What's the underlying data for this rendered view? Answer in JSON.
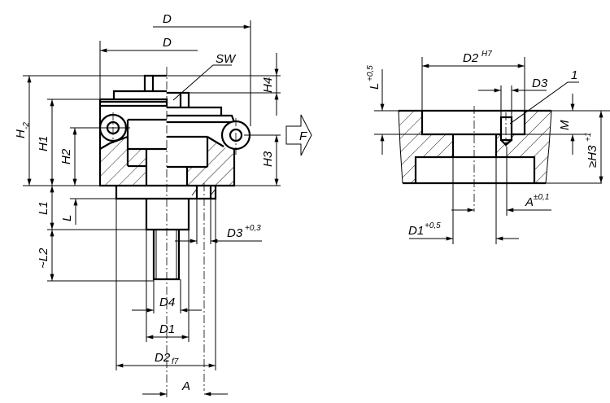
{
  "drawing": {
    "left_view": {
      "dimensions": {
        "D_top": "D",
        "D_mid": "D",
        "SW": "SW",
        "H_minus2": "H",
        "H_minus2_tol": "-2",
        "H1": "H1",
        "H2": "H2",
        "H3": "H3",
        "H4": "H4",
        "F": "F",
        "L1": "L1",
        "L": "L",
        "L2": "~L2",
        "D3": "D3",
        "D3_tol": "+0,3",
        "D4": "D4",
        "D1": "D1",
        "D2": "D2",
        "D2_tol": "f7",
        "A": "A"
      }
    },
    "right_view": {
      "dimensions": {
        "D2": "D2",
        "D2_tol": "H7",
        "D3": "D3",
        "item_number": "1",
        "L": "L",
        "L_tol": "+0,5",
        "M": "M",
        "H3": "≥H3",
        "H3_tol": "+1",
        "A": "A",
        "A_tol": "±0,1",
        "D1": "D1",
        "D1_tol": "+0,5"
      }
    },
    "colors": {
      "ink": "#000000",
      "paper": "#ffffff"
    }
  }
}
